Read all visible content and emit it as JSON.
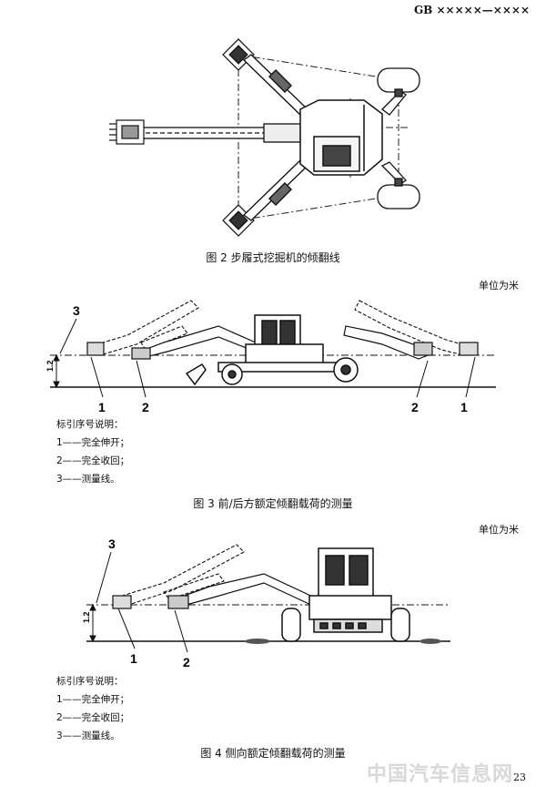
{
  "header": {
    "standard_number": "GB ×××××—××××"
  },
  "fig2": {
    "caption": "图 2   步履式挖掘机的倾翻线"
  },
  "fig3": {
    "unit_note": "单位为米",
    "height_label": "1.2",
    "callouts": {
      "c1_left": "1",
      "c2_left": "2",
      "c3": "3",
      "c2_right": "2",
      "c1_right": "1"
    },
    "legend": {
      "title": "标引序号说明：",
      "items": [
        "1——完全伸开；",
        "2——完全收回；",
        "3——测量线。"
      ]
    },
    "caption": "图 3   前/后方额定倾翻载荷的测量"
  },
  "fig4": {
    "unit_note": "单位为米",
    "height_label": "1.2",
    "callouts": {
      "c3": "3",
      "c1": "1",
      "c2": "2"
    },
    "legend": {
      "title": "标引序号说明：",
      "items": [
        "1——完全伸开；",
        "2——完全收回；",
        "3——测量线。"
      ]
    },
    "caption": "图 4   侧向额定倾翻载荷的测量"
  },
  "footer": {
    "page_number": "23",
    "watermark_text": "中国汽车信息网"
  }
}
